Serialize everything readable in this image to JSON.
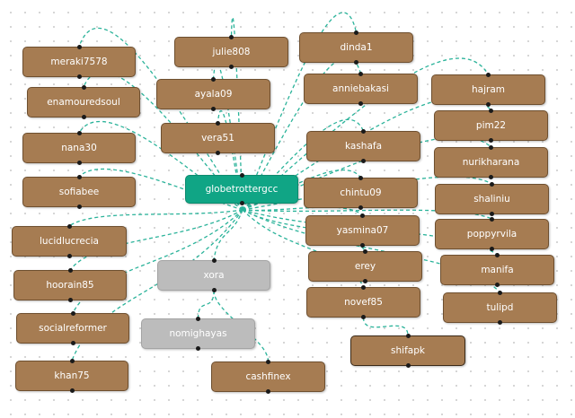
{
  "diagram": {
    "center_node": "globetrottergcc",
    "colors": {
      "node_fill": "#a67c52",
      "node_border": "#6e4f2f",
      "center_fill": "#10a585",
      "grey_fill": "#bcbcbc",
      "edge": "#2bb39a",
      "port": "#1a1a1a"
    },
    "nodes": [
      {
        "id": "n0",
        "label": "meraki7578",
        "style": "brown"
      },
      {
        "id": "n1",
        "label": "enamouredsoul",
        "style": "brown"
      },
      {
        "id": "n2",
        "label": "nana30",
        "style": "brown"
      },
      {
        "id": "n3",
        "label": "sofiabee",
        "style": "brown"
      },
      {
        "id": "n4",
        "label": "lucidlucrecia",
        "style": "brown"
      },
      {
        "id": "n5",
        "label": "hoorain85",
        "style": "brown"
      },
      {
        "id": "n6",
        "label": "socialreformer",
        "style": "brown"
      },
      {
        "id": "n7",
        "label": "khan75",
        "style": "brown"
      },
      {
        "id": "n8",
        "label": "julie808",
        "style": "brown"
      },
      {
        "id": "n9",
        "label": "ayala09",
        "style": "brown"
      },
      {
        "id": "n10",
        "label": "vera51",
        "style": "brown"
      },
      {
        "id": "n11",
        "label": "globetrottergcc",
        "style": "center"
      },
      {
        "id": "n12",
        "label": "xora",
        "style": "grey"
      },
      {
        "id": "n13",
        "label": "nomighayas",
        "style": "grey"
      },
      {
        "id": "n14",
        "label": "cashfinex",
        "style": "brown"
      },
      {
        "id": "n15",
        "label": "dinda1",
        "style": "brown"
      },
      {
        "id": "n16",
        "label": "anniebakasi",
        "style": "brown"
      },
      {
        "id": "n17",
        "label": "kashafa",
        "style": "brown"
      },
      {
        "id": "n18",
        "label": "chintu09",
        "style": "brown"
      },
      {
        "id": "n19",
        "label": "yasmina07",
        "style": "brown"
      },
      {
        "id": "n20",
        "label": "erey",
        "style": "brown"
      },
      {
        "id": "n21",
        "label": "novef85",
        "style": "brown"
      },
      {
        "id": "n22",
        "label": "shifapk",
        "style": "dark"
      },
      {
        "id": "n23",
        "label": "hajram",
        "style": "brown"
      },
      {
        "id": "n24",
        "label": "pim22",
        "style": "brown"
      },
      {
        "id": "n25",
        "label": "nurikharana",
        "style": "brown"
      },
      {
        "id": "n26",
        "label": "shaliniu",
        "style": "brown"
      },
      {
        "id": "n27",
        "label": "poppyrvila",
        "style": "brown"
      },
      {
        "id": "n28",
        "label": "manifa",
        "style": "brown"
      },
      {
        "id": "n29",
        "label": "tulipd",
        "style": "brown"
      }
    ],
    "edges": [
      [
        "n11",
        "n0"
      ],
      [
        "n11",
        "n1"
      ],
      [
        "n11",
        "n2"
      ],
      [
        "n11",
        "n3"
      ],
      [
        "n11",
        "n4"
      ],
      [
        "n11",
        "n5"
      ],
      [
        "n11",
        "n6"
      ],
      [
        "n11",
        "n7"
      ],
      [
        "n11",
        "n8"
      ],
      [
        "n11",
        "n9"
      ],
      [
        "n11",
        "n10"
      ],
      [
        "n11",
        "n15"
      ],
      [
        "n11",
        "n16"
      ],
      [
        "n11",
        "n17"
      ],
      [
        "n11",
        "n18"
      ],
      [
        "n11",
        "n19"
      ],
      [
        "n11",
        "n20"
      ],
      [
        "n11",
        "n21"
      ],
      [
        "n11",
        "n23"
      ],
      [
        "n11",
        "n24"
      ],
      [
        "n11",
        "n25"
      ],
      [
        "n11",
        "n26"
      ],
      [
        "n11",
        "n27"
      ],
      [
        "n11",
        "n28"
      ],
      [
        "n11",
        "n29"
      ],
      [
        "n11",
        "n12"
      ],
      [
        "n12",
        "n13"
      ],
      [
        "n12",
        "n14"
      ],
      [
        "n21",
        "n22"
      ]
    ]
  }
}
